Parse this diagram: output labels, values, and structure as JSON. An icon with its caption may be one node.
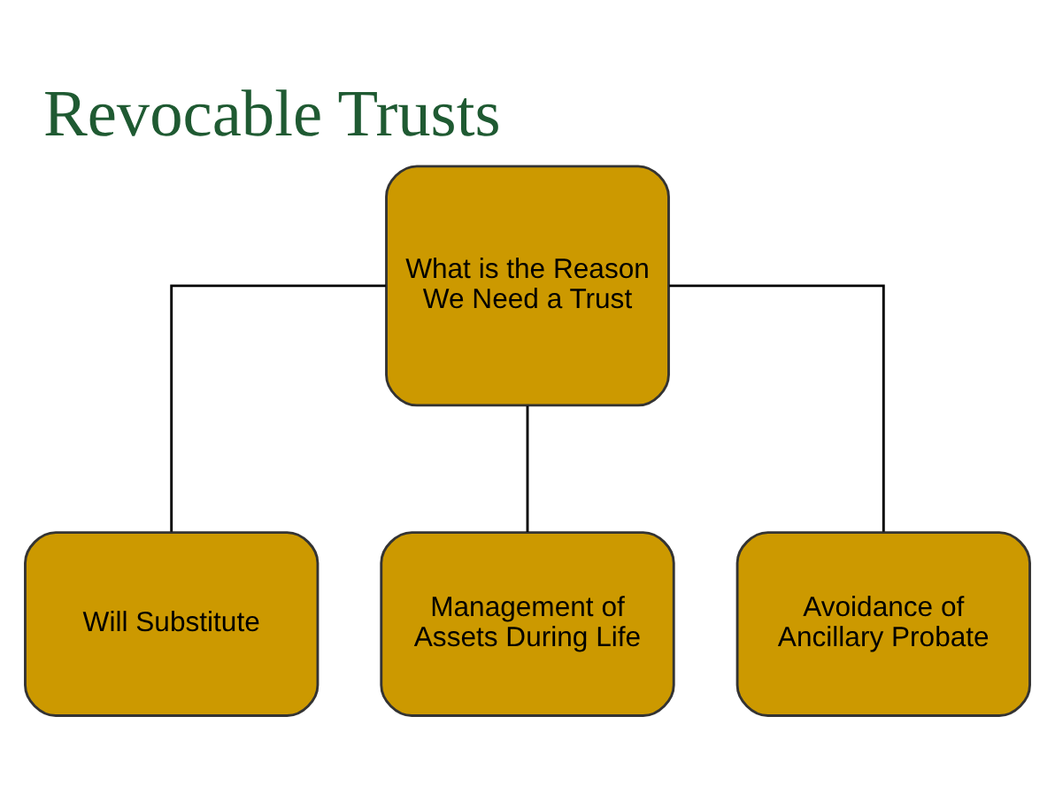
{
  "diagram": {
    "title": "Revocable Trusts",
    "nodes": [
      {
        "text": [
          "What is the Reason We Need a Trust"
        ]
      },
      {
        "text": [
          "Will Substitute"
        ]
      },
      {
        "text": [
          "Management of Assets During Life"
        ]
      },
      {
        "text": [
          "Avoidance of Ancillary Probate"
        ]
      }
    ],
    "edges": [
      {
        "from": 0,
        "to": 1,
        "arrow": "none"
      },
      {
        "from": 0,
        "to": 2,
        "arrow": "none"
      },
      {
        "from": 0,
        "to": 3,
        "arrow": "none"
      }
    ]
  }
}
